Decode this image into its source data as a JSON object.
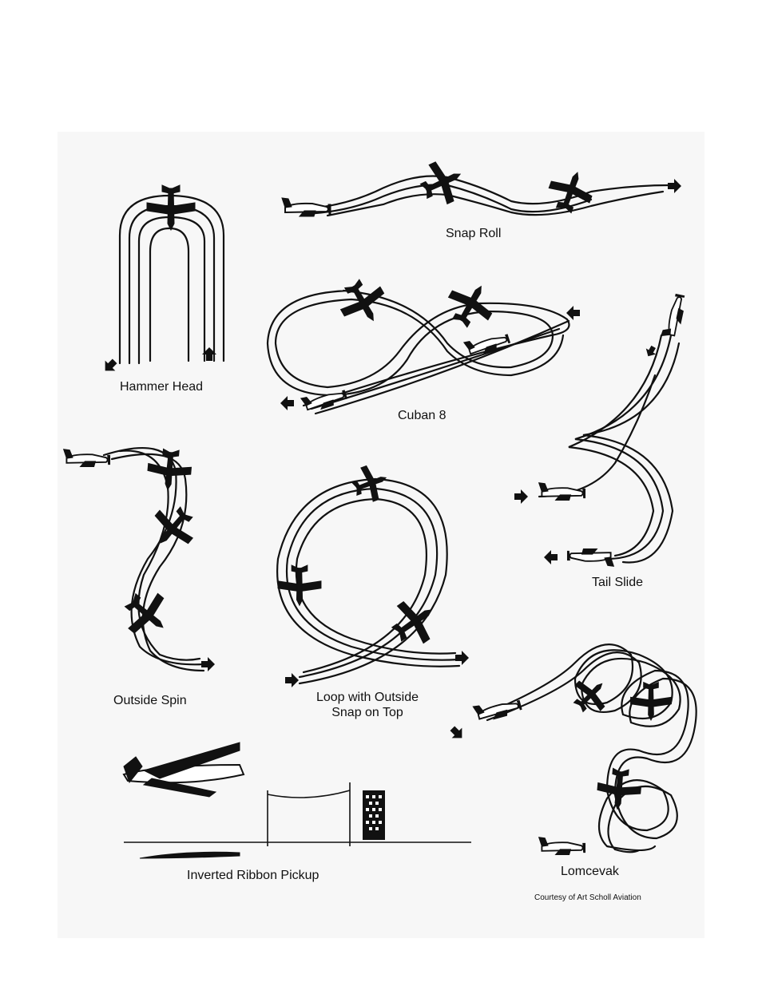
{
  "maneuvers": {
    "hammer_head": "Hammer Head",
    "snap_roll": "Snap Roll",
    "cuban_8": "Cuban 8",
    "tail_slide": "Tail Slide",
    "outside_spin": "Outside Spin",
    "loop_outside_snap_line1": "Loop with Outside",
    "loop_outside_snap_line2": "Snap on Top",
    "lomcevak": "Lomcevak",
    "inverted_ribbon_pickup": "Inverted Ribbon Pickup"
  },
  "credit": "Courtesy of Art Scholl Aviation",
  "colors": {
    "ink": "#111111",
    "panel": "#f7f7f7",
    "page": "#ffffff"
  }
}
